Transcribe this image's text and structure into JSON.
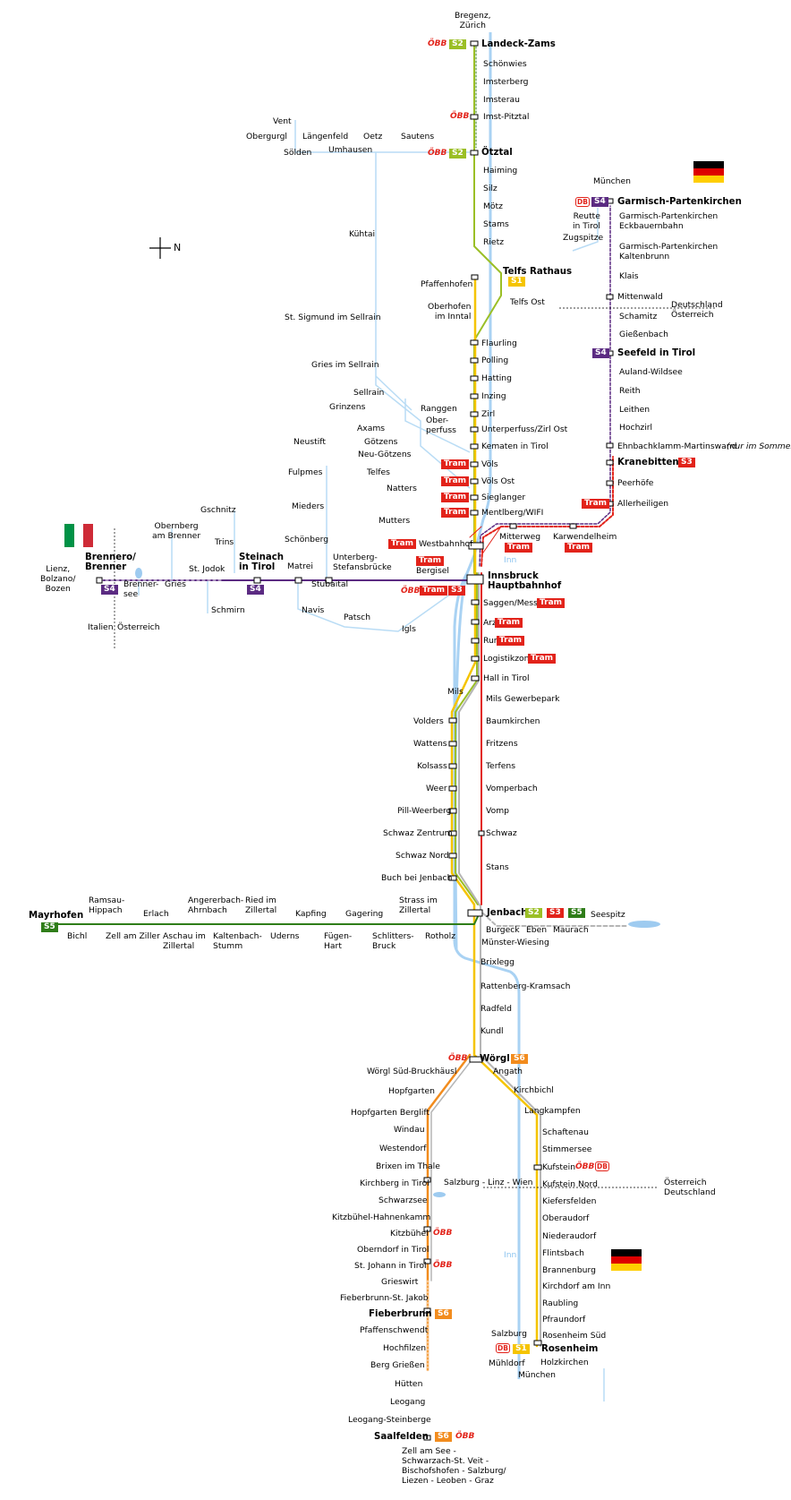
{
  "colors": {
    "S1": "#f5c400",
    "S2": "#9bbf26",
    "S3": "#e2231a",
    "S4": "#5b2b82",
    "S5": "#2f7d19",
    "S6": "#f28c1e",
    "Tram": "#e2231a",
    "bus": "#b9dcf5",
    "river": "#9ecbf0",
    "grey": "#b5b5b5"
  },
  "compass": {
    "label": "N"
  },
  "flags": {
    "austria_border_top": "Deutschland",
    "austria_border_bottom": "Österreich",
    "it": "Italien",
    "at": "Österreich"
  },
  "stations": {
    "bregenz": "Bregenz,\nZürich",
    "landeck": "Landeck-Zams",
    "schoenwies": "Schönwies",
    "imsterberg": "Imsterberg",
    "imsterau": "Imsterau",
    "imst": "Imst-Pitztal",
    "oetztal": "Ötztal",
    "haiming": "Haiming",
    "silz": "Silz",
    "moetz": "Mötz",
    "stams": "Stams",
    "rietz": "Rietz",
    "telfs_rathaus": "Telfs Rathaus",
    "pfaffenhofen": "Pfaffenhofen",
    "telfs_ost": "Telfs Ost",
    "oberhofen": "Oberhofen\nim Inntal",
    "flaurling": "Flaurling",
    "polling": "Polling",
    "hatting": "Hatting",
    "inzing": "Inzing",
    "zirl": "Zirl",
    "unterperfuss": "Unterperfuss/Zirl Ost",
    "kematen": "Kematen in Tirol",
    "voels": "Völs",
    "voels_ost": "Völs Ost",
    "sieglanger": "Sieglanger",
    "mentlberg": "Mentlberg/WIFI",
    "westbahnhof": "Westbahnhof",
    "mitterweg": "Mitterweg",
    "karwendelheim": "Karwendelheim",
    "inn1": "Inn",
    "bergisel": "Bergisel",
    "innsbruck": "Innsbruck\nHauptbahnhof",
    "saggen": "Saggen/Messe",
    "arzl": "Arzl",
    "rum": "Rum",
    "logistik": "Logistikzone",
    "hall": "Hall in Tirol",
    "mils": "Mils",
    "mils_gp": "Mils Gewerbepark",
    "volders": "Volders",
    "baumkirchen": "Baumkirchen",
    "wattens": "Wattens",
    "fritzens": "Fritzens",
    "kolsass": "Kolsass",
    "terfens": "Terfens",
    "weer": "Weer",
    "vomperbach": "Vomperbach",
    "pill": "Pill-Weerberg",
    "vomp": "Vomp",
    "schwaz_z": "Schwaz Zentrum",
    "schwaz": "Schwaz",
    "schwaz_n": "Schwaz Nord",
    "buch": "Buch bei Jenbach",
    "stans": "Stans",
    "jenbach": "Jenbach",
    "seespitz": "Seespitz",
    "burgeck": "Burgeck",
    "eben": "Eben",
    "maurach": "Maurach",
    "muenster": "Münster-Wiesing",
    "brixlegg": "Brixlegg",
    "rattenberg": "Rattenberg-Kramsach",
    "radfeld": "Radfeld",
    "kundl": "Kundl",
    "woergl": "Wörgl",
    "woergl_sb": "Wörgl Süd-Bruckhäusl",
    "angath": "Angath",
    "hopfgarten": "Hopfgarten",
    "kirchbichl": "Kirchbichl",
    "hopfgarten_b": "Hopfgarten Berglift",
    "langkampfen": "Langkampfen",
    "windau": "Windau",
    "schaftenau": "Schaftenau",
    "westendorf": "Westendorf",
    "stimmersee": "Stimmersee",
    "brixen": "Brixen im Thale",
    "kufstein": "Kufstein",
    "kirchberg": "Kirchberg in Tirol",
    "salzburg_linz": "Salzburg - Linz - Wien",
    "kufstein_n": "Kufstein Nord",
    "schwarzsee": "Schwarzsee",
    "kiefersfelden": "Kiefersfelden",
    "kitzbuehel_h": "Kitzbühel-Hahnenkamm",
    "oberaudorf": "Oberaudorf",
    "kitzbuehel": "Kitzbühel",
    "niederaudorf": "Niederaudorf",
    "oberndorf": "Oberndorf in Tirol",
    "flintsbach": "Flintsbach",
    "stjohann": "St. Johann in Tirol",
    "brannenburg": "Brannenburg",
    "grieswirt": "Grieswirt",
    "kirchdorf": "Kirchdorf am Inn",
    "fieberbrunn_sj": "Fieberbrunn-St. Jakob",
    "raubling": "Raubling",
    "fieberbrunn": "Fieberbrunn",
    "pfraundorf": "Pfraundorf",
    "pfaffenschwendt": "Pfaffenschwendt",
    "rosenheim_s": "Rosenheim Süd",
    "hochfilzen": "Hochfilzen",
    "salzburg2": "Salzburg",
    "rosenheim": "Rosenheim",
    "berg": "Berg Grießen",
    "muehldorf": "Mühldorf",
    "holzkirchen": "Holzkirchen",
    "muenchen2": "München",
    "huetten": "Hütten",
    "inn2": "Inn",
    "leogang": "Leogang",
    "leogang_st": "Leogang-Steinberge",
    "saalfelden": "Saalfelden",
    "zell": "Zell am See -\nSchwarzach-St. Veit -\nBischofshofen - Salzburg/\nLiezen - Leoben - Graz",
    "muenchen1": "München",
    "garmisch": "Garmisch-Partenkirchen",
    "reutte": "Reutte\nin Tirol",
    "zugspitze": "Zugspitze",
    "gp_eck": "Garmisch-Partenkirchen\nEckbauernbahn",
    "gp_kalt": "Garmisch-Partenkirchen\nKaltenbrunn",
    "klais": "Klais",
    "mittenwald": "Mittenwald",
    "schamitz": "Schamitz",
    "giessenbach": "Gießenbach",
    "seefeld": "Seefeld in Tirol",
    "auland": "Auland-Wildsee",
    "reith": "Reith",
    "leithen": "Leithen",
    "hochzirl": "Hochzirl",
    "ehnbach": "Ehnbachklamm-Martinswand",
    "ehnbach_note": "(nur im Sommer)",
    "kranebitten": "Kranebitten",
    "peerhoefe": "Peerhöfe",
    "allerheiligen": "Allerheiligen",
    "vent": "Vent",
    "obergurgl": "Obergurgl",
    "laengenfeld": "Längenfeld",
    "oetz": "Oetz",
    "sautens": "Sautens",
    "soelden": "Sölden",
    "umhausen": "Umhausen",
    "kuehtai": "Kühtai",
    "stsigmund": "St. Sigmund im Sellrain",
    "gries_s": "Gries im Sellrain",
    "sellrain": "Sellrain",
    "grinzens": "Grinzens",
    "ranggen": "Ranggen",
    "axams": "Axams",
    "oberperfuss": "Ober-\nperfuss",
    "goetzens": "Götzens",
    "neugoetzens": "Neu-Götzens",
    "neustift": "Neustift",
    "fulpmes": "Fulpmes",
    "telfes": "Telfes",
    "natters": "Natters",
    "mieders": "Mieders",
    "mutters": "Mutters",
    "gschnitz": "Gschnitz",
    "obernberg": "Obernberg\nam Brenner",
    "trins": "Trins",
    "schoenberg": "Schönberg",
    "brenner": "Brennero/\nBrenner",
    "steinach": "Steinach\nin Tirol",
    "matrei": "Matrei",
    "unterberg": "Unterberg-\nStefansbrücke",
    "lienz": "Lienz,\nBolzano/\nBozen",
    "brennersee": "Brenner-\nsee",
    "gries": "Gries",
    "stjodok": "St. Jodok",
    "stubaital": "Stubaital",
    "schmirn": "Schmirn",
    "navis": "Navis",
    "patsch": "Patsch",
    "igls": "Igls",
    "mayrhofen": "Mayrhofen",
    "ramsau": "Ramsau-\nHippach",
    "erlach": "Erlach",
    "angerer": "Angererbach-\nAhrnbach",
    "ried": "Ried im\nZillertal",
    "kapfing": "Kapfing",
    "gagering": "Gagering",
    "strass": "Strass im\nZillertal",
    "bichl": "Bichl",
    "zell_z": "Zell am Ziller",
    "aschau": "Aschau im\nZillertal",
    "kaltenbach": "Kaltenbach-\nStumm",
    "uderns": "Uderns",
    "fuegen": "Fügen-\nHart",
    "schlitters": "Schlitters-\nBruck",
    "rotholz": "Rotholz"
  },
  "badges": {
    "S1": "S1",
    "S2": "S2",
    "S3": "S3",
    "S4": "S4",
    "S5": "S5",
    "S6": "S6",
    "Tram": "Tram",
    "OBB": "ÖBB",
    "DB": "DB"
  }
}
